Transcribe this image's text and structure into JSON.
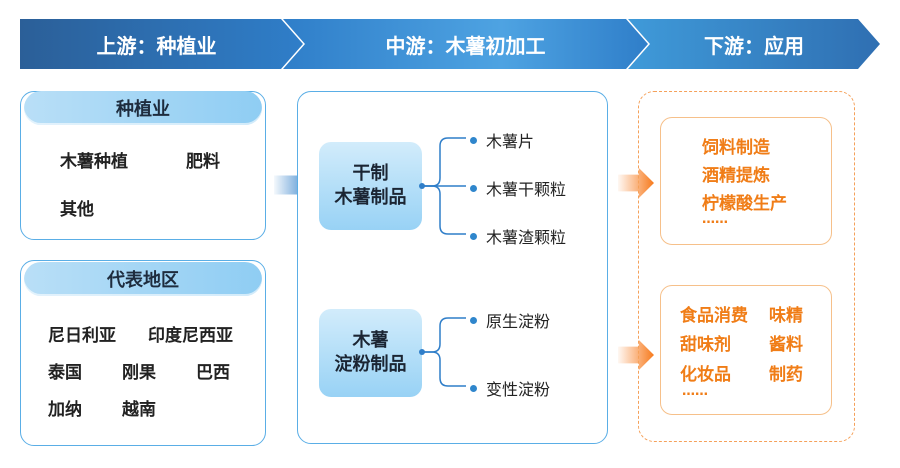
{
  "header": {
    "upstream": "上游：种植业",
    "midstream": "中游：木薯初加工",
    "downstream": "下游：应用"
  },
  "upstream": {
    "planting": {
      "title": "种植业",
      "items": [
        "木薯种植",
        "肥料",
        "其他"
      ]
    },
    "regions": {
      "title": "代表地区",
      "items": [
        "尼日利亚",
        "印度尼西亚",
        "泰国",
        "刚果",
        "巴西",
        "加纳",
        "越南"
      ]
    }
  },
  "midstream": {
    "dried": {
      "title_line1": "干制",
      "title_line2": "木薯制品",
      "items": [
        "木薯片",
        "木薯干颗粒",
        "木薯渣颗粒"
      ]
    },
    "starch": {
      "title_line1": "木薯",
      "title_line2": "淀粉制品",
      "items": [
        "原生淀粉",
        "变性淀粉"
      ]
    }
  },
  "downstream": {
    "group1": {
      "items": [
        "饲料制造",
        "酒精提炼",
        "柠檬酸生产"
      ],
      "ellipsis": "……"
    },
    "group2": {
      "items": [
        "食品消费",
        "味精",
        "甜味剂",
        "酱料",
        "化妆品",
        "制药"
      ],
      "ellipsis": "……"
    }
  },
  "colors": {
    "header_blue": "#2f7ec9",
    "panel_border": "#5aaee6",
    "pill_blue": "#98d2f5",
    "orange_text": "#f07d17",
    "orange_border": "#f5a15a"
  }
}
